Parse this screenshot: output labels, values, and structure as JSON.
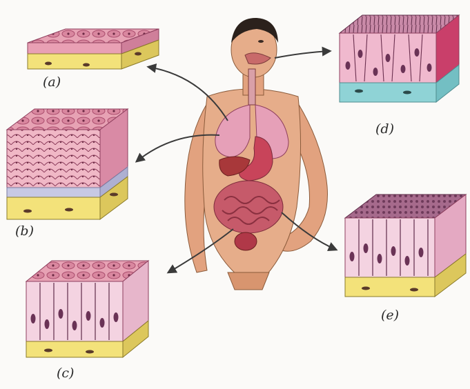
{
  "labels": {
    "a": "(a)",
    "b": "(b)",
    "c": "(c)",
    "d": "(d)",
    "e": "(e)"
  },
  "colors": {
    "background": "#fbfaf8",
    "epithelium_pink": "#e9a0b4",
    "epithelium_dark": "#b84f74",
    "basement_yellow": "#f3e27a",
    "basement_blue": "#8fd3d6",
    "skin": "#e2a27f",
    "hair": "#2b211c",
    "organ_red": "#c8445a",
    "lung_pink": "#e6a0b8",
    "arrow": "#3a3a3a"
  }
}
